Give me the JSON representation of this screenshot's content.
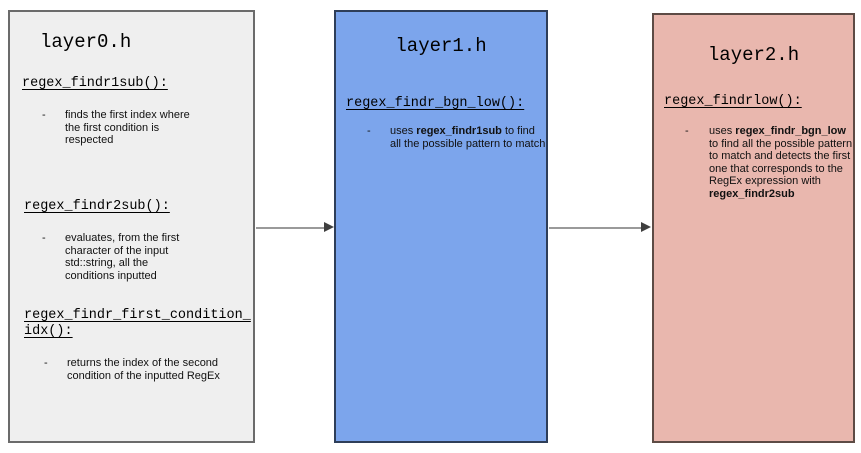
{
  "canvas": {
    "background": "#ffffff"
  },
  "bullet_marker": "-",
  "arrows": {
    "line_color": "#9a9a9a",
    "head_color": "#3f3f3f"
  },
  "boxes": [
    {
      "title": "layer0.h",
      "fill": "#efefef",
      "border_color": "#6b6b6b",
      "sections": [
        {
          "heading": "regex_findr1sub():",
          "bullet": [
            {
              "t": "finds the first index where the first condition is respected"
            }
          ]
        },
        {
          "heading": "regex_findr2sub():",
          "bullet": [
            {
              "t": "evaluates, from the first character of the input std::string, all the conditions inputted"
            }
          ]
        },
        {
          "heading": "regex_findr_first_condition_idx():",
          "bullet": [
            {
              "t": "returns the index of the second condition of the inputted RegEx"
            }
          ]
        }
      ]
    },
    {
      "title": "layer1.h",
      "fill": "#7ca5ec",
      "border_color": "#2e3e59",
      "sections": [
        {
          "heading": "regex_findr_bgn_low():",
          "bullet": [
            {
              "t": "uses "
            },
            {
              "t": "regex_findr1sub",
              "bold": true
            },
            {
              "t": " to find all the possible pattern to match"
            }
          ]
        }
      ]
    },
    {
      "title": "layer2.h",
      "fill": "#e9b7ae",
      "border_color": "#5d4b45",
      "sections": [
        {
          "heading": "regex_findrlow():",
          "bullet": [
            {
              "t": "uses "
            },
            {
              "t": "regex_findr_bgn_low",
              "bold": true
            },
            {
              "t": " to find all the possible pattern to match and detects the first one that corresponds to the RegEx expression with "
            },
            {
              "t": "regex_findr2sub",
              "bold": true
            }
          ]
        }
      ]
    }
  ]
}
